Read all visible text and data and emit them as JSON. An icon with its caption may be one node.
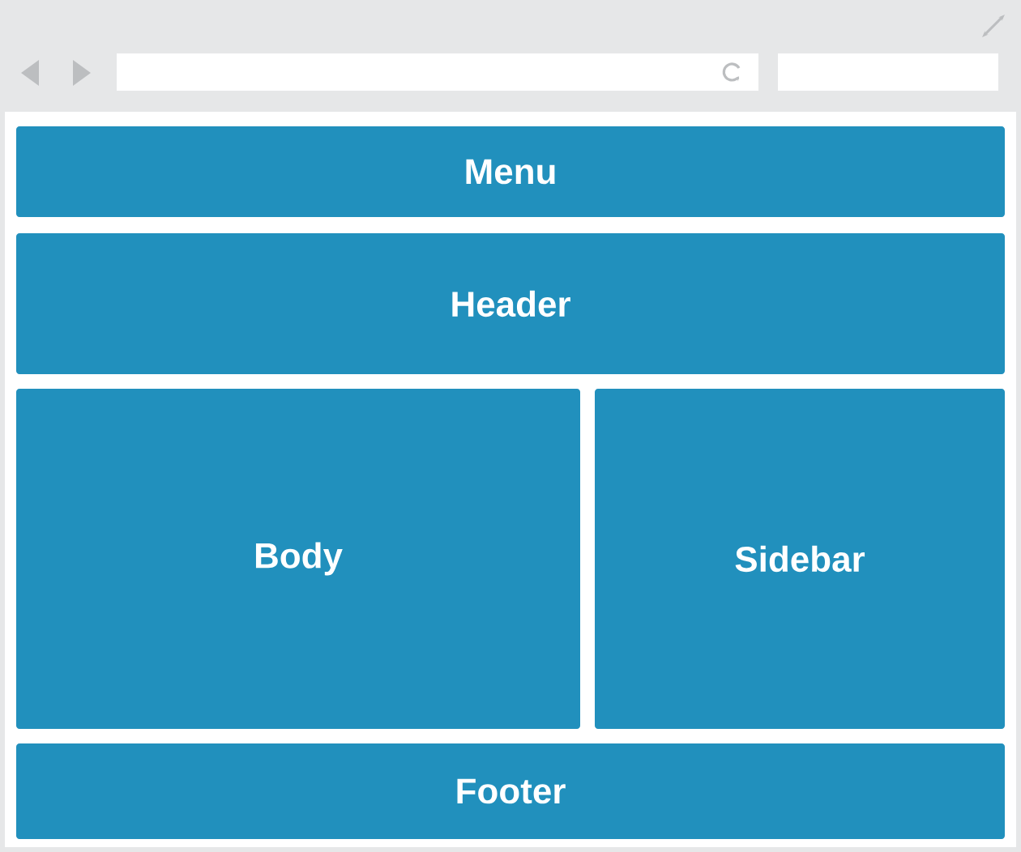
{
  "diagram": {
    "nodes": [
      {
        "text": [
          "Menu"
        ]
      },
      {
        "text": [
          "Header"
        ]
      },
      {
        "text": [
          "Body"
        ]
      },
      {
        "text": [
          "Sidebar"
        ]
      },
      {
        "text": [
          "Footer"
        ]
      }
    ]
  }
}
